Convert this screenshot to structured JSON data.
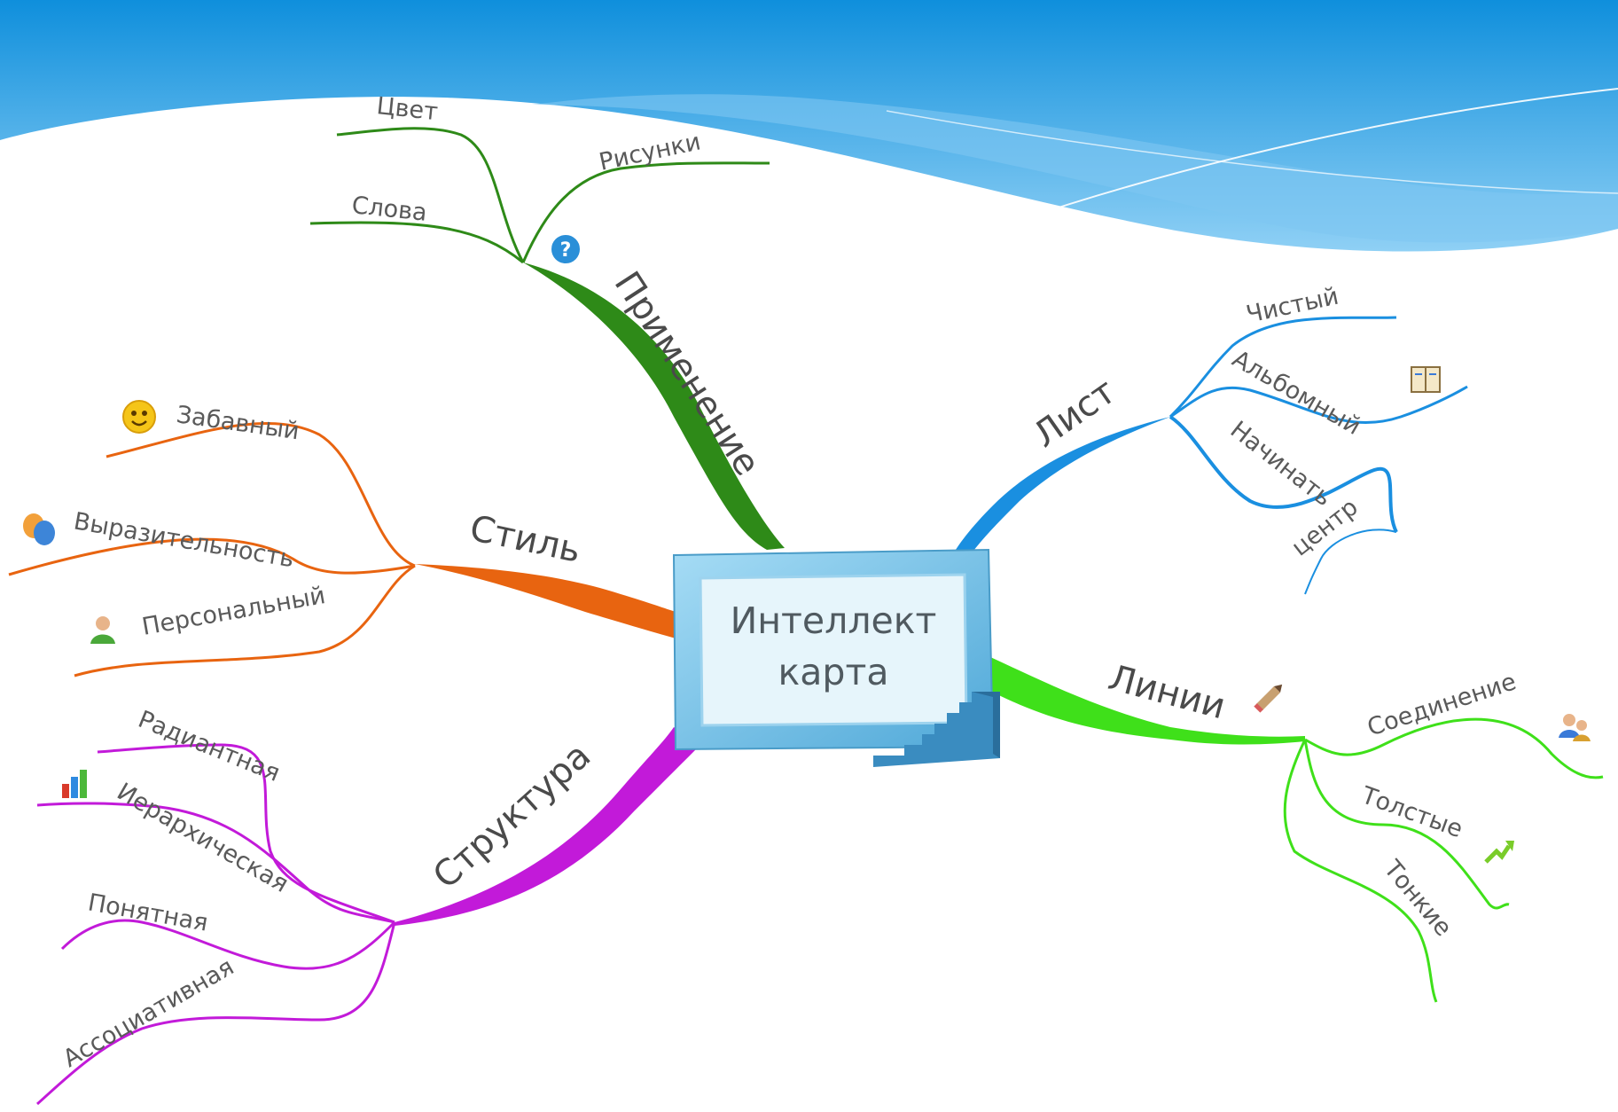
{
  "center": {
    "line1": "Интеллект",
    "line2": "карта"
  },
  "branches": {
    "primenenie": {
      "label": "Применение",
      "color": "#2e8a18",
      "children": {
        "cvet": "Цвет",
        "risunki": "Рисунки",
        "slova": "Слова"
      }
    },
    "stil": {
      "label": "Стиль",
      "color": "#e86410",
      "children": {
        "zabavny": "Забавный",
        "vyrazitelnost": "Выразительность",
        "personalny": "Персональный"
      }
    },
    "struktura": {
      "label": "Структура",
      "color": "#c21ad9",
      "children": {
        "radiantnaya": "Радиантная",
        "ierarkhicheskaya": "Иерархическая",
        "ponyatnaya": "Понятная",
        "associativnaya": "Ассоциативная"
      }
    },
    "list": {
      "label": "Лист",
      "color": "#1a8fe0",
      "children": {
        "chisty": "Чистый",
        "albomny": "Альбомный",
        "nachinat": "Начинать",
        "centr": "центр"
      }
    },
    "linii": {
      "label": "Линии",
      "color": "#3fe01a",
      "children": {
        "soedinenie": "Соединение",
        "tolstye": "Толстые",
        "tonkie": "Тонкие"
      }
    }
  },
  "icons": {
    "question": "question-icon",
    "smiley": "smiley-icon",
    "masks": "theater-masks-icon",
    "person": "person-icon",
    "barchart": "bar-chart-icon",
    "book": "book-icon",
    "pencil": "pencil-icon",
    "people": "people-icon",
    "arrow": "arrow-up-icon",
    "stairs": "stairs-icon"
  },
  "colors": {
    "header_top": "#1597e0",
    "header_bottom": "#9fd8f7"
  }
}
